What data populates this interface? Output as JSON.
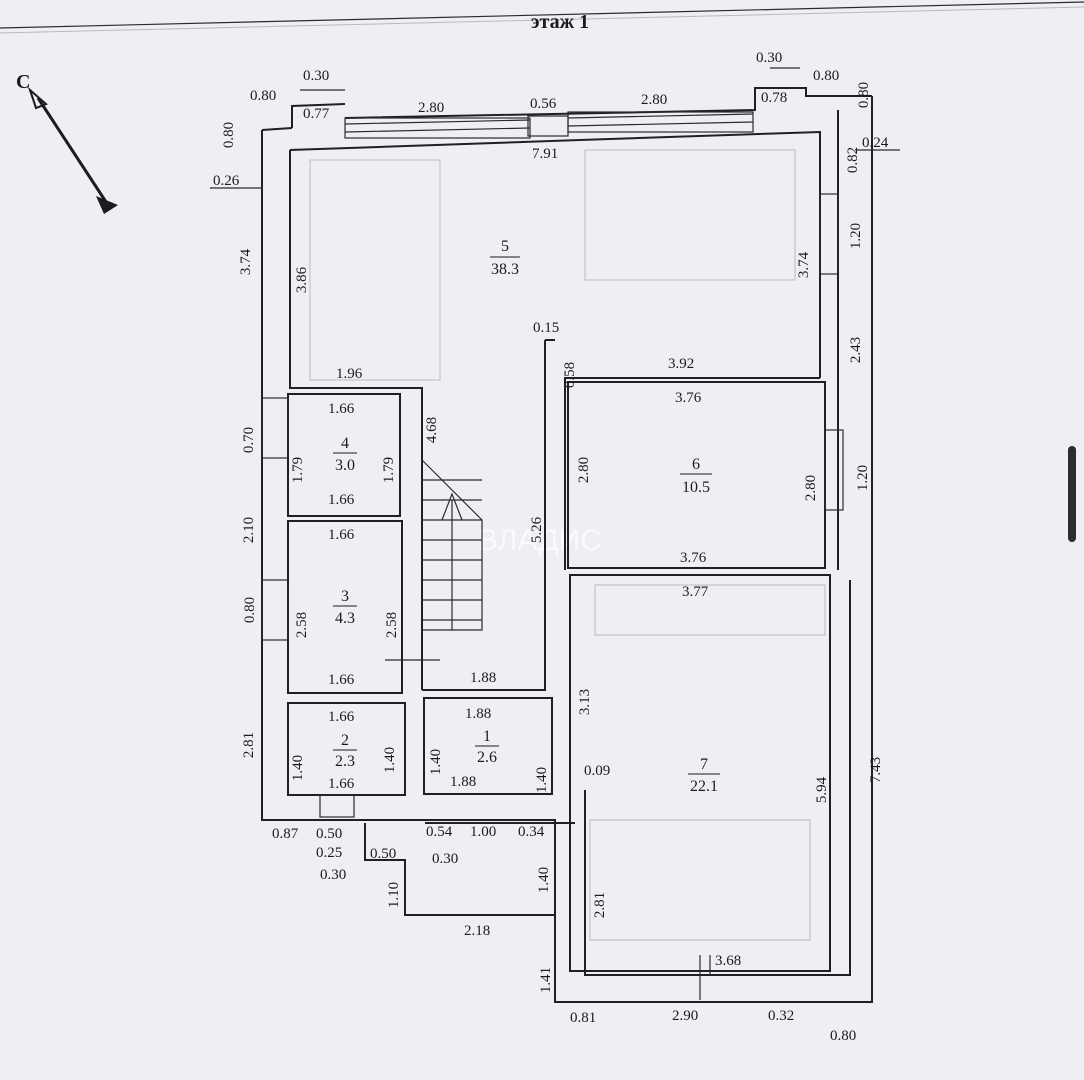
{
  "title": "этаж 1",
  "compass": {
    "label": "С",
    "icon": "north-arrow-icon"
  },
  "watermark": "ВЛАДИС",
  "rooms": [
    {
      "number": "5",
      "area": "38.3"
    },
    {
      "number": "4",
      "area": "3.0"
    },
    {
      "number": "3",
      "area": "4.3"
    },
    {
      "number": "2",
      "area": "2.3"
    },
    {
      "number": "1",
      "area": "2.6"
    },
    {
      "number": "6",
      "area": "10.5"
    },
    {
      "number": "7",
      "area": "22.1"
    }
  ],
  "dimensions": [
    "0.30",
    "0.80",
    "0.77",
    "2.80",
    "0.56",
    "2.80",
    "0.30",
    "0.80",
    "0.78",
    "0.80",
    "0.80",
    "0.24",
    "0.82",
    "0.26",
    "7.91",
    "1.20",
    "3.74",
    "3.86",
    "3.74",
    "0.15",
    "0.58",
    "2.43",
    "1.96",
    "3.92",
    "3.76",
    "4.68",
    "0.70",
    "1.66",
    "1.79",
    "1.79",
    "1.66",
    "2.80",
    "2.80",
    "1.20",
    "2.10",
    "5.26",
    "1.66",
    "3.76",
    "3.77",
    "0.80",
    "2.58",
    "2.58",
    "1.66",
    "3.13",
    "1.88",
    "1.88",
    "1.66",
    "2.81",
    "1.40",
    "1.40",
    "1.40",
    "1.40",
    "7.43",
    "5.94",
    "0.09",
    "1.66",
    "1.88",
    "0.87",
    "0.50",
    "0.54",
    "1.00",
    "0.34",
    "0.25",
    "0.50",
    "0.30",
    "0.30",
    "1.10",
    "1.40",
    "2.81",
    "2.18",
    "1.41",
    "3.68",
    "0.81",
    "2.90",
    "0.32",
    "0.80"
  ]
}
